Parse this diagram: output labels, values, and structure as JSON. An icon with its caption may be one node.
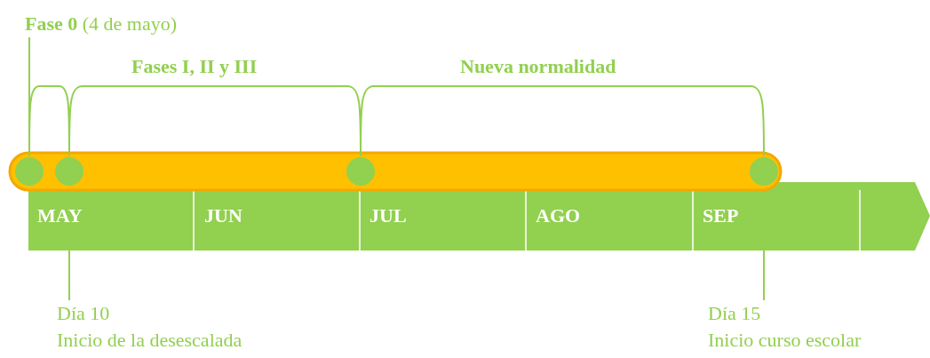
{
  "diagram": {
    "nodes": [
      {
        "text": [
          "**Fase 0** (4 de mayo)"
        ]
      },
      {
        "text": [],
        "shape": "circle"
      },
      {
        "text": [],
        "shape": "circle"
      },
      {
        "text": [],
        "shape": "circle"
      },
      {
        "text": [],
        "shape": "circle"
      },
      {
        "text": [
          "Día 10",
          "Inicio de la desescalada"
        ]
      },
      {
        "text": [
          "Día 15",
          "Inicio curso escolar"
        ]
      }
    ],
    "edges": [
      {
        "from": 0,
        "to": 1,
        "arrow": "none"
      },
      {
        "from": 5,
        "to": 2,
        "arrow": "none"
      },
      {
        "from": 6,
        "to": 4,
        "arrow": "none"
      }
    ],
    "labels": [
      "Fases I, II y III",
      "Nueva normalidad",
      "MAY",
      "JUN",
      "JUL",
      "AGO",
      "SEP"
    ]
  }
}
